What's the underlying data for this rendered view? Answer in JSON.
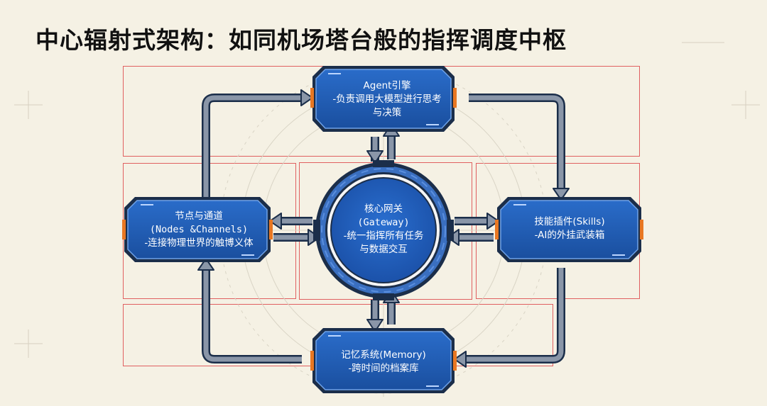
{
  "title": "中心辐射式架构：如同机场塔台般的指挥调度中枢",
  "nodes": {
    "agent": {
      "name": "Agent引擎",
      "line1": "-负责调用大模型进行思考",
      "line2": "与决策"
    },
    "nodes": {
      "name": "节点与通道",
      "line1": "(Nodes  &Channels)",
      "line2": "-连接物理世界的触博义体"
    },
    "gateway": {
      "name": "核心网关",
      "line1": "(Gateway)",
      "line2": "-统一指挥所有任务",
      "line3": "与数据交互"
    },
    "skills": {
      "name": "技能插件(Skills)",
      "line1": "-AI的外挂武装箱"
    },
    "memory": {
      "name": "记忆系统(Memory)",
      "line1": "-跨时间的档案库"
    }
  },
  "colors": {
    "panel": "#1e5bb5",
    "panel_dark": "#153f82",
    "border": "#1b2e4a",
    "arrow": "#6a7688",
    "accent": "#e87722",
    "highlight_box": "#e06060"
  }
}
